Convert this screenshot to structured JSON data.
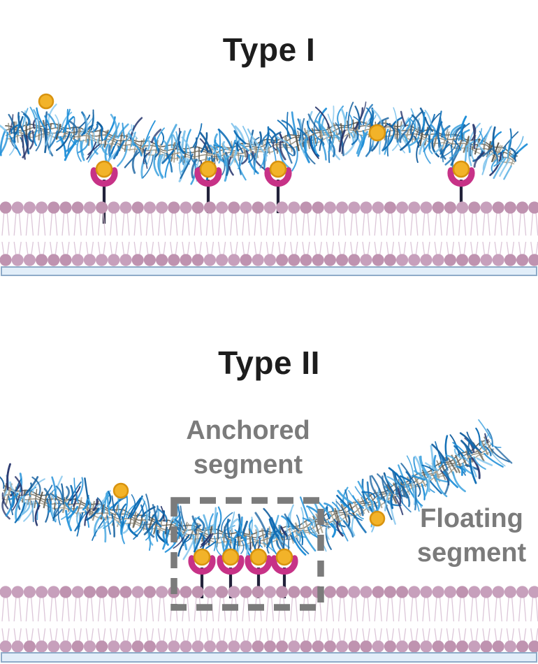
{
  "figure": {
    "background": "#ffffff",
    "panel1": {
      "title": "Type I",
      "anchor_count": 4,
      "free_ligand_count": 2
    },
    "panel2": {
      "title": "Type II",
      "anchored_label": "Anchored segment",
      "floating_label": "Floating segment",
      "anchor_count": 4,
      "free_ligand_count": 2
    },
    "colors": {
      "title_text": "#1d1d1d",
      "segment_label_text": "#7b7b7b",
      "fibril_blue_palette": [
        "#0d6cb5",
        "#1e8ed8",
        "#43a5e0",
        "#7fc3ec",
        "#15609f",
        "#27366d"
      ],
      "fibril_core_palette": [
        "#57544a",
        "#736f62",
        "#8f8a7b",
        "#aaa493"
      ],
      "ligand_yellow": "#f2b329",
      "ligand_yellow_border": "#d8930f",
      "receptor_magenta": "#c73287",
      "anchor_stalk": "#22223a",
      "membrane_head": "#c7a0bc",
      "membrane_head_alt": "#bf93b0",
      "membrane_tail": "#dcc6d8",
      "support_fill": "#e2eef9",
      "support_border": "#8fabc8",
      "dashed_box": "#7b7b7b"
    }
  }
}
